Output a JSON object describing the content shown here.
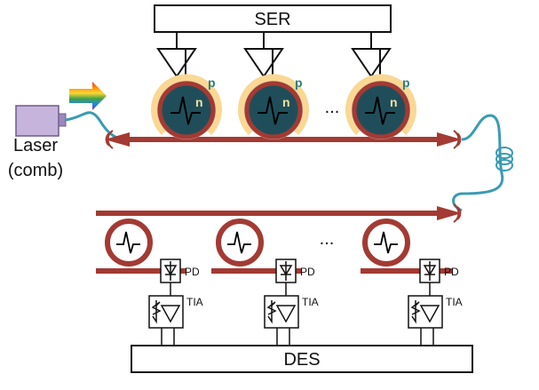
{
  "blocks": {
    "ser": "SER",
    "des": "DES",
    "laser_line1": "Laser",
    "laser_line2": "(comb)"
  },
  "modulators": {
    "doping_p": "p",
    "doping_n": "n",
    "ellipsis": "..."
  },
  "receivers": {
    "ellipsis": "...",
    "pd_label": "PD",
    "tia_label": "TIA"
  },
  "colors": {
    "waveguide": "#a33a33",
    "ring_core": "#1f4e5a",
    "p_region": "#f9d894",
    "fiber": "#3a9bb3",
    "laser_body": "#c7b4dc"
  }
}
